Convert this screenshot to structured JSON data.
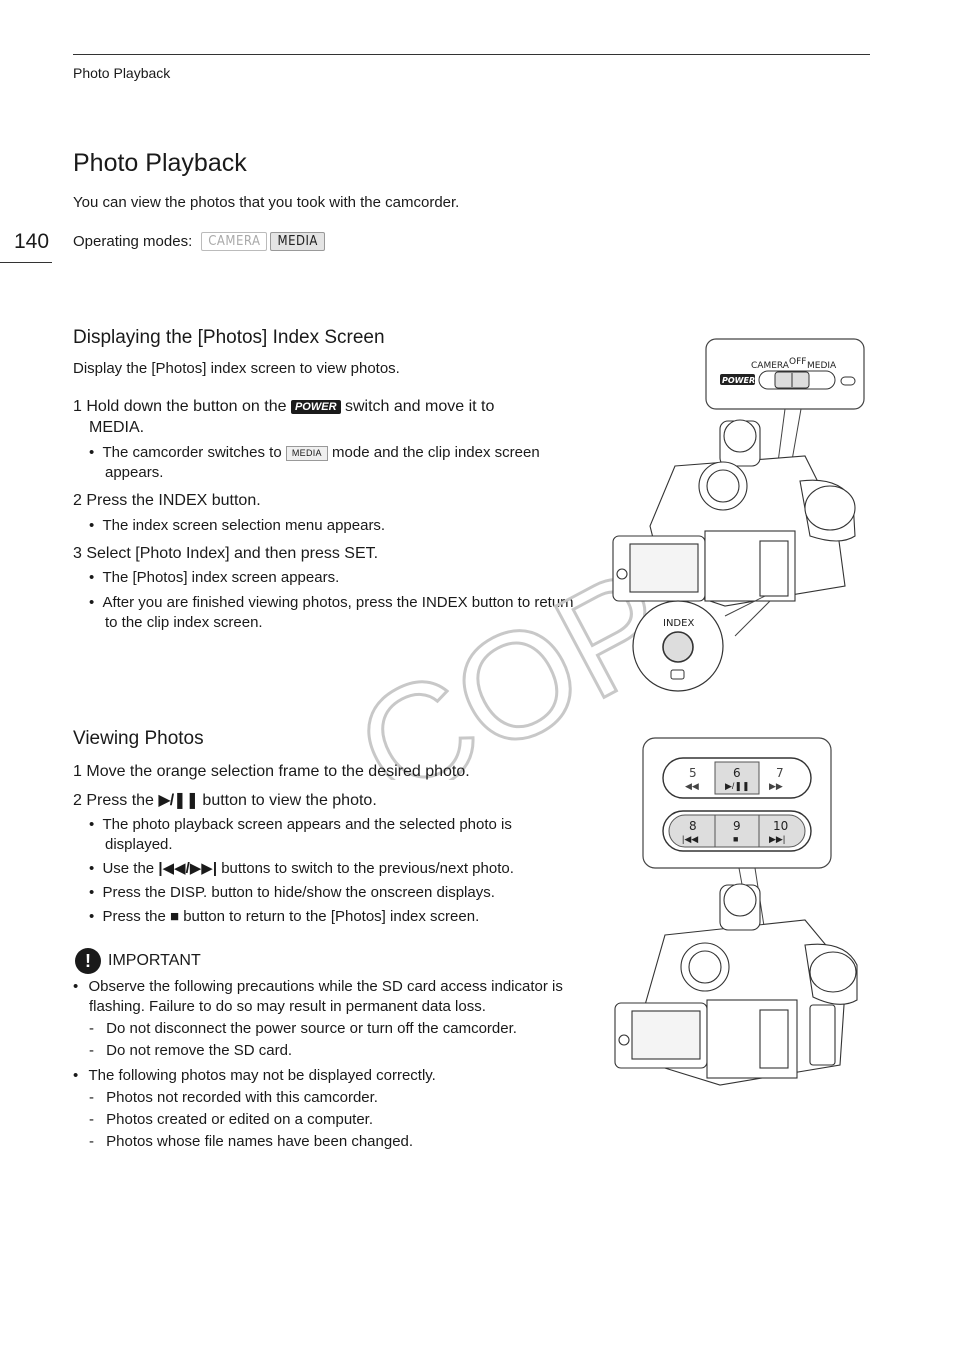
{
  "header": {
    "running_title": "Photo Playback"
  },
  "page": {
    "number": "140"
  },
  "title": "Photo Playback",
  "intro": "You can view the photos that you took with the camcorder.",
  "operating_modes": {
    "label": "Operating modes:",
    "modes": [
      "CAMERA",
      "MEDIA"
    ]
  },
  "section1": {
    "heading": "Displaying the [Photos] Index Screen",
    "description": "Display the [Photos] index screen to view photos.",
    "step1": {
      "num": "1",
      "text_a": "Hold down the button on the",
      "power": "POWER",
      "text_b": "switch and move it to",
      "text_c": "MEDIA."
    },
    "step1_bullet": {
      "a": "The camcorder switches to",
      "media": "MEDIA",
      "b": "mode and the clip index screen",
      "c": "appears."
    },
    "step2": {
      "num": "2",
      "text": "Press the INDEX button."
    },
    "step2_bullet": "The index screen selection menu appears.",
    "step3": {
      "num": "3",
      "text": "Select [Photo Index] and then press SET."
    },
    "step3_bullets": [
      {
        "a": "The [Photos] index screen appears.",
        "b": ""
      },
      {
        "a": "After you are finished viewing photos, press the INDEX button to return",
        "b": "to the clip index screen."
      }
    ],
    "illustration": {
      "switch_label_camera": "CAMERA",
      "switch_label_off": "OFF",
      "switch_label_media": "MEDIA",
      "power_badge": "POWER",
      "index_label": "INDEX"
    }
  },
  "section2": {
    "heading": "Viewing Photos",
    "step1": {
      "num": "1",
      "text": "Move the orange selection frame to the desired photo."
    },
    "step2": {
      "num": "2",
      "text_a": "Press the",
      "text_b": "button to view the photo."
    },
    "bullets": [
      {
        "a": "The photo playback screen appears and the selected photo is",
        "b": "displayed."
      },
      {
        "a": "Use the",
        "b": "buttons to switch to the previous/next photo."
      },
      {
        "a": "Press the DISP. button to hide/show the onscreen displays.",
        "b": ""
      },
      {
        "a": "Press the",
        "b": "button to return to the [Photos] index screen."
      }
    ],
    "buttons": [
      "5",
      "6",
      "7",
      "8",
      "9",
      "10"
    ]
  },
  "important": {
    "label": "IMPORTANT",
    "items": [
      {
        "a": "Observe the following precautions while the SD card access indicator is",
        "b": "flashing. Failure to do so may result in permanent data loss.",
        "subs": [
          "Do not disconnect the power source or turn off the camcorder.",
          "Do not remove the SD card."
        ]
      },
      {
        "a": "The following photos may not be displayed correctly.",
        "b": "",
        "subs": [
          "Photos not recorded with this camcorder.",
          "Photos created or edited on a computer.",
          "Photos whose file names have been changed."
        ]
      }
    ]
  },
  "watermark": "COPY"
}
